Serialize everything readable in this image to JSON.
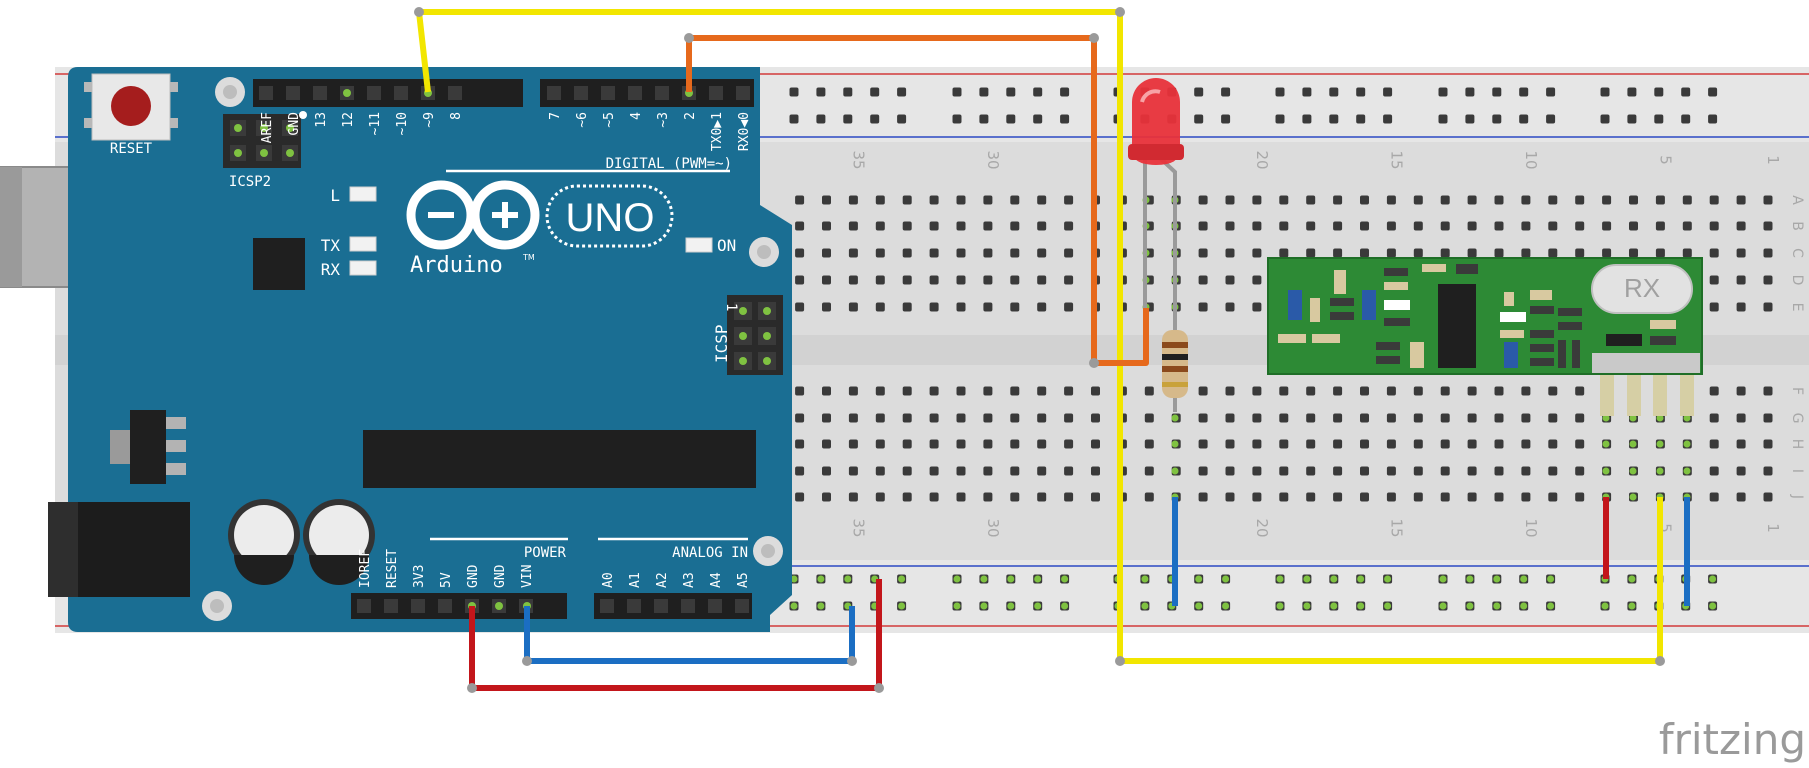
{
  "brand": {
    "logo_text": "fritzing"
  },
  "arduino": {
    "reset_label": "RESET",
    "icsp2_label": "ICSP2",
    "icsp_label": "ICSP",
    "icsp_pin1_label": "1",
    "l_label": "L",
    "tx_label": "TX",
    "rx_label": "RX",
    "on_label": "ON",
    "brand_label": "Arduino",
    "tm_label": "TM",
    "uno_label": "UNO",
    "digital_label": "DIGITAL (PWM=~)",
    "power_label": "POWER",
    "analog_label": "ANALOG IN",
    "digital_pins_left": [
      "AREF",
      "GND",
      "13",
      "12",
      "~11",
      "~10",
      "~9",
      "8"
    ],
    "digital_pins_right": [
      "7",
      "~6",
      "~5",
      "4",
      "~3",
      "2",
      "TX0▶1",
      "RX0◀0"
    ],
    "power_pins": [
      "IOREF",
      "RESET",
      "3V3",
      "5V",
      "GND",
      "GND",
      "VIN"
    ],
    "analog_pins": [
      "A0",
      "A1",
      "A2",
      "A3",
      "A4",
      "A5"
    ]
  },
  "breadboard": {
    "column_numbers": [
      "35",
      "30",
      "20",
      "15",
      "10",
      "5",
      "1"
    ],
    "row_letters_top": [
      "A",
      "B",
      "C",
      "D",
      "E"
    ],
    "row_letters_bottom": [
      "F",
      "G",
      "H",
      "I",
      "J"
    ]
  },
  "rx_module": {
    "label": "RX"
  },
  "colors": {
    "arduino_board": "#1a6e93",
    "wire_yellow": "#f2e600",
    "wire_orange": "#e6691c",
    "wire_red": "#c3161b",
    "wire_blue": "#1b6ec3",
    "rx_pcb": "#2d8a35",
    "led_red": "#e8323a"
  }
}
